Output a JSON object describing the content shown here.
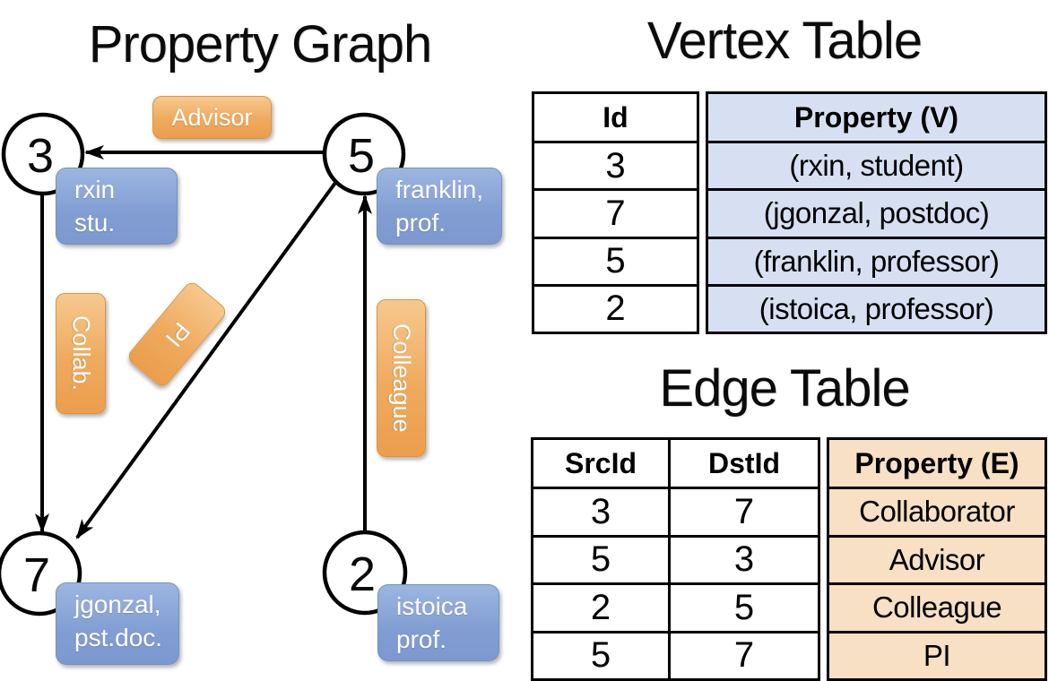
{
  "colors": {
    "edge_label_orange": "#efaa5e",
    "vertex_label_blue": "#819dd2",
    "vertex_table_fill": "#d6e0f2",
    "edge_table_fill": "#f7e0c3",
    "line_color": "#000000"
  },
  "property_graph": {
    "title": "Property Graph",
    "nodes": [
      {
        "id": "3",
        "property_lines": [
          "rxin",
          "stu."
        ]
      },
      {
        "id": "5",
        "property_lines": [
          "franklin,",
          "prof."
        ]
      },
      {
        "id": "7",
        "property_lines": [
          "jgonzal,",
          "pst.doc."
        ]
      },
      {
        "id": "2",
        "property_lines": [
          "istoica",
          "prof."
        ]
      }
    ],
    "edge_labels": {
      "advisor": "Advisor",
      "collab": "Collab.",
      "pi": "PI",
      "colleague": "Colleague"
    }
  },
  "vertex_table": {
    "title": "Vertex Table",
    "id_header": "Id",
    "property_header": "Property (V)",
    "rows": [
      {
        "id": "3",
        "property": "(rxin, student)"
      },
      {
        "id": "7",
        "property": "(jgonzal, postdoc)"
      },
      {
        "id": "5",
        "property": "(franklin, professor)"
      },
      {
        "id": "2",
        "property": "(istoica, professor)"
      }
    ]
  },
  "edge_table": {
    "title": "Edge Table",
    "src_header": "SrcId",
    "dst_header": "DstId",
    "property_header": "Property (E)",
    "rows": [
      {
        "src": "3",
        "dst": "7",
        "property": "Collaborator"
      },
      {
        "src": "5",
        "dst": "3",
        "property": "Advisor"
      },
      {
        "src": "2",
        "dst": "5",
        "property": "Colleague"
      },
      {
        "src": "5",
        "dst": "7",
        "property": "PI"
      }
    ]
  }
}
